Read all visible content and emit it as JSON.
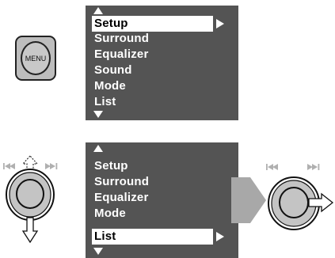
{
  "menu_button": {
    "label": "MENU"
  },
  "screen_top": {
    "items": [
      "Setup",
      "Surround",
      "Equalizer",
      "Sound",
      "Mode",
      "List"
    ],
    "selected_index": 0
  },
  "screen_bottom": {
    "items": [
      "Setup",
      "Surround",
      "Equalizer",
      "Mode",
      "List"
    ],
    "selected_index": 4
  },
  "icons": {
    "skip_back": "skip-back-icon",
    "skip_forward": "skip-forward-icon",
    "up_arrow": "dashed-up-arrow-icon",
    "down_arrow": "down-arrow-icon",
    "right_arrow": "right-arrow-icon",
    "big_arrow": "big-right-arrow-icon"
  },
  "colors": {
    "screen_bg": "#545454",
    "selection_bg": "#ffffff",
    "button_fill": "#bdbdbd",
    "dial_fill": "#c4c4c4",
    "big_arrow_fill": "#a8a8a8",
    "skip_icon": "#b0b0b0"
  }
}
